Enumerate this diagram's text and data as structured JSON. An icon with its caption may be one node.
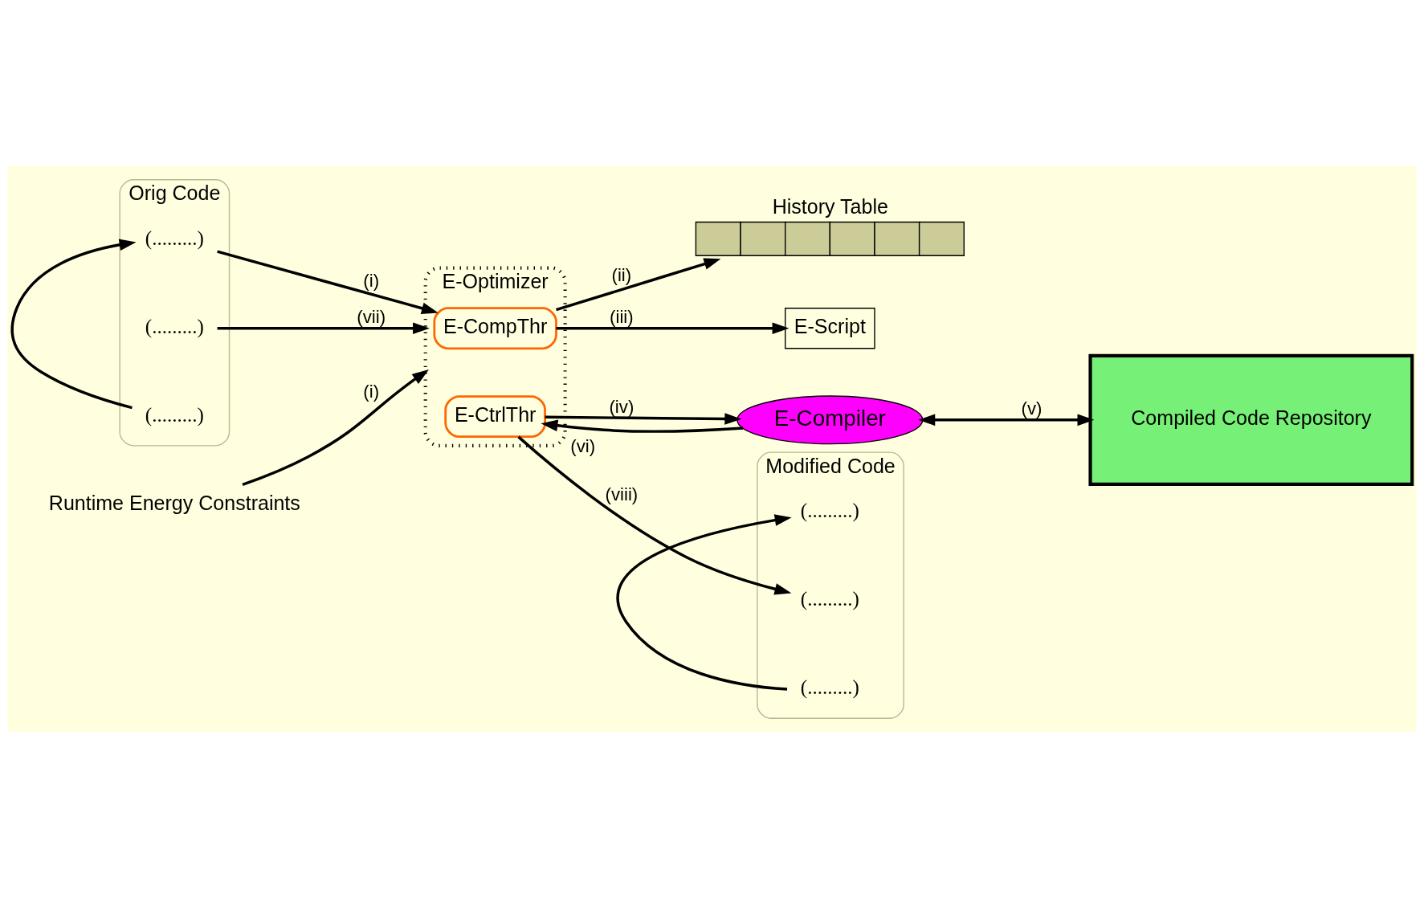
{
  "diagram": {
    "nodes": [
      {
        "text": [
          "Orig Code"
        ]
      },
      {
        "text": [
          "(.........)"
        ],
        "in": 0
      },
      {
        "text": [
          "(.........)"
        ],
        "in": 0
      },
      {
        "text": [
          "(.........)"
        ],
        "in": 0
      },
      {
        "text": [
          "Runtime Energy Constraints"
        ]
      },
      {
        "text": [
          "History Table"
        ]
      },
      {
        "text": [
          "E-Script"
        ]
      },
      {
        "text": [
          "E-Optimizer"
        ]
      },
      {
        "text": [
          "E-CompThr"
        ],
        "in": 7
      },
      {
        "text": [
          "E-CtrlThr"
        ],
        "in": 7
      },
      {
        "text": [
          "E-Compiler"
        ]
      },
      {
        "text": [
          "Compiled Code Repository"
        ]
      },
      {
        "text": [
          "Modified Code"
        ]
      },
      {
        "text": [
          "(.........)"
        ],
        "in": 12
      },
      {
        "text": [
          "(.........)"
        ],
        "in": 12
      },
      {
        "text": [
          "(.........)"
        ],
        "in": 12
      }
    ],
    "edges": [
      {
        "from": 3,
        "to": 1,
        "arrow": "to"
      },
      {
        "from": 4,
        "to": 7,
        "label": "(i)",
        "arrow": "to"
      },
      {
        "from": 1,
        "to": 8,
        "label": "(i)",
        "arrow": "to"
      },
      {
        "from": 2,
        "to": 7,
        "label": "(vii)",
        "arrow": "to"
      },
      {
        "from": 8,
        "to": 5,
        "label": "(ii)",
        "arrow": "to"
      },
      {
        "from": 8,
        "to": 6,
        "label": "(iii)",
        "arrow": "to"
      },
      {
        "from": 9,
        "to": 10,
        "label": "(iv)",
        "arrow": "to"
      },
      {
        "from": 10,
        "to": 11,
        "label": "(v)",
        "arrow": "both"
      },
      {
        "from": 10,
        "to": 9,
        "label": "(vi)",
        "arrow": "to"
      },
      {
        "from": 9,
        "to": 14,
        "label": "(viii)",
        "arrow": "to"
      },
      {
        "from": 15,
        "to": 13,
        "arrow": "to"
      }
    ]
  }
}
